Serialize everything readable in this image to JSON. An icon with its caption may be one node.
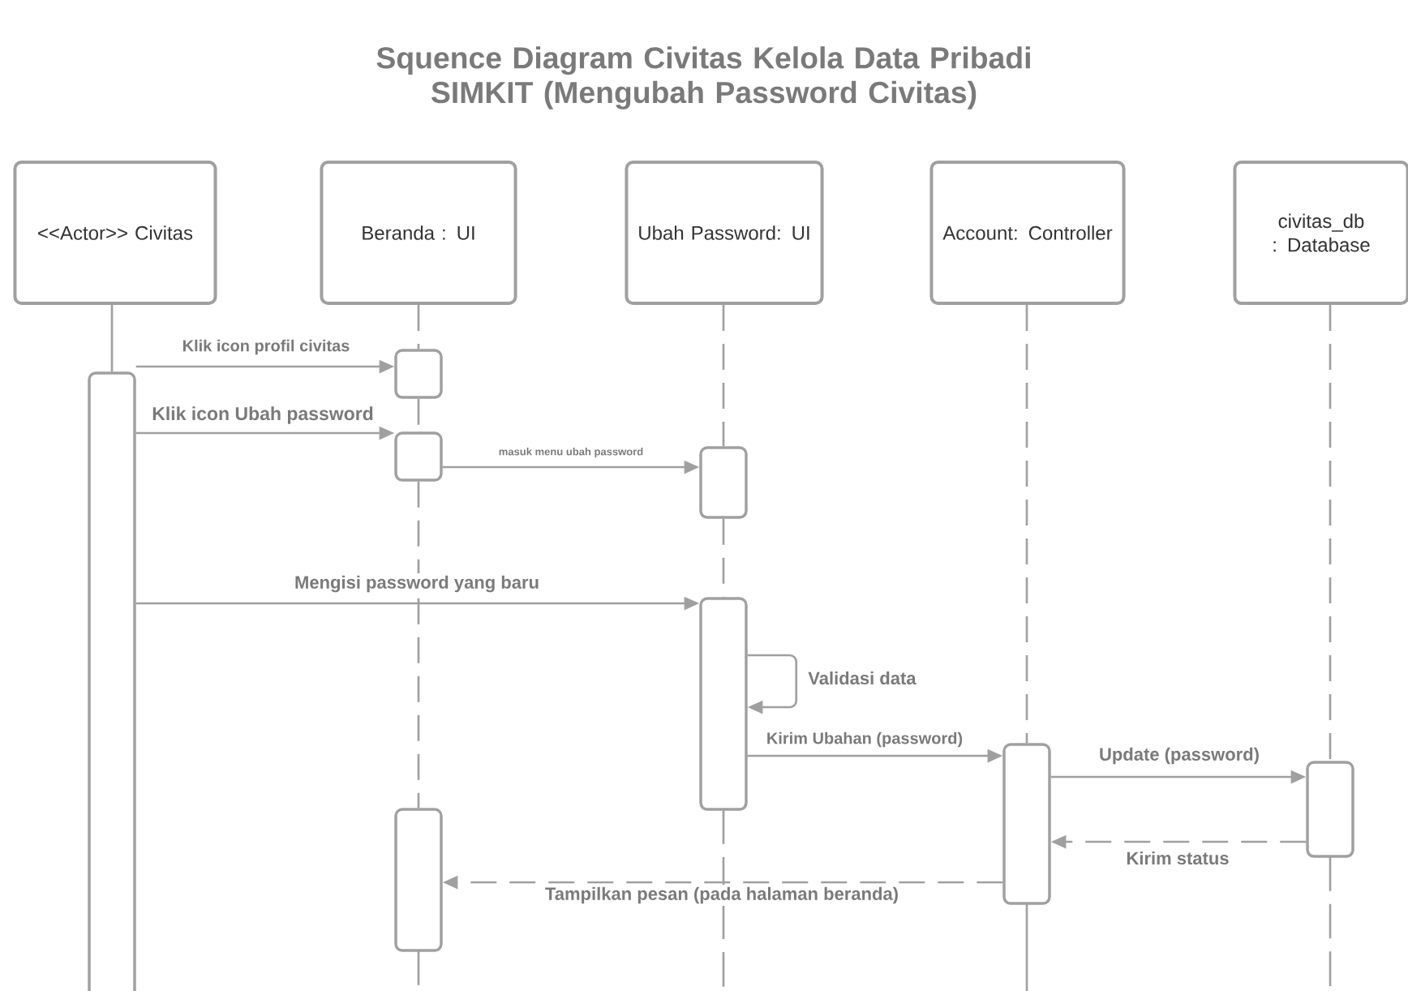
{
  "diagram": {
    "title": "Squence Diagram Civitas Kelola Data Pribadi SIMKIT (Mengubah Password Civitas)",
    "nodes": [
      {
        "text": [
          "<<Actor>> Civitas"
        ]
      },
      {
        "text": [
          "Beranda : UI"
        ]
      },
      {
        "text": [
          "Ubah Password: UI"
        ]
      },
      {
        "text": [
          "Account: Controller"
        ]
      },
      {
        "text": [
          "civitas_db : Database"
        ]
      },
      {
        "text": [],
        "shape": "box"
      },
      {
        "text": [],
        "shape": "box"
      },
      {
        "text": [],
        "shape": "box"
      },
      {
        "text": [],
        "shape": "box"
      },
      {
        "text": [],
        "shape": "box"
      },
      {
        "text": [],
        "shape": "box"
      },
      {
        "text": [],
        "shape": "box"
      },
      {
        "text": [],
        "shape": "box"
      }
    ],
    "edges": [
      {
        "from": 0,
        "to": 5,
        "arrow": "none"
      },
      {
        "from": 1,
        "to": 6,
        "arrow": "none",
        "style": "dashed"
      },
      {
        "from": 6,
        "to": 7,
        "arrow": "none",
        "style": "dashed"
      },
      {
        "from": 7,
        "to": 12,
        "arrow": "none",
        "style": "dashed"
      },
      {
        "from": 2,
        "to": 8,
        "arrow": "none",
        "style": "dashed"
      },
      {
        "from": 8,
        "to": 9,
        "arrow": "none",
        "style": "dashed"
      },
      {
        "from": 3,
        "to": 10,
        "arrow": "none",
        "style": "dashed"
      },
      {
        "from": 4,
        "to": 11,
        "arrow": "none",
        "style": "dashed"
      },
      {
        "from": 5,
        "to": 6,
        "arrow": "to",
        "label": "Klik icon profil civitas"
      },
      {
        "from": 5,
        "to": 7,
        "arrow": "to",
        "label": "Klik icon Ubah password"
      },
      {
        "from": 7,
        "to": 8,
        "arrow": "to",
        "label": "masuk menu ubah password"
      },
      {
        "from": 5,
        "to": 9,
        "arrow": "to",
        "label": "Mengisi password yang baru"
      },
      {
        "from": 9,
        "to": 9,
        "arrow": "to",
        "label": "Validasi data"
      },
      {
        "from": 9,
        "to": 10,
        "arrow": "to",
        "label": "Kirim Ubahan (password)"
      },
      {
        "from": 10,
        "to": 11,
        "arrow": "to",
        "label": "Update (password)"
      },
      {
        "from": 11,
        "to": 10,
        "arrow": "to",
        "label": "Kirim status",
        "style": "dashed"
      },
      {
        "from": 10,
        "to": 12,
        "arrow": "to",
        "label": "Tampilkan pesan (pada halaman beranda)",
        "style": "dashed"
      }
    ]
  }
}
